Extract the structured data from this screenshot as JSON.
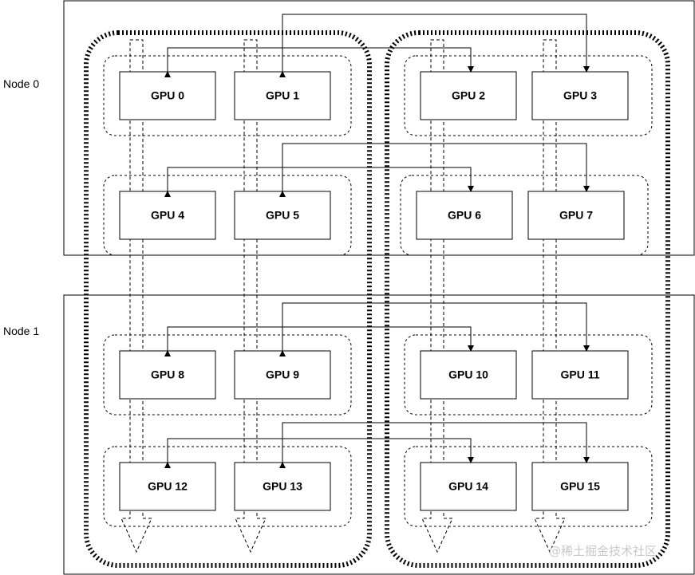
{
  "nodes": [
    {
      "label": "Node 0"
    },
    {
      "label": "Node 1"
    }
  ],
  "gpus": [
    {
      "label": "GPU 0"
    },
    {
      "label": "GPU 1"
    },
    {
      "label": "GPU 2"
    },
    {
      "label": "GPU 3"
    },
    {
      "label": "GPU 4"
    },
    {
      "label": "GPU 5"
    },
    {
      "label": "GPU 6"
    },
    {
      "label": "GPU 7"
    },
    {
      "label": "GPU 8"
    },
    {
      "label": "GPU 9"
    },
    {
      "label": "GPU 10"
    },
    {
      "label": "GPU 11"
    },
    {
      "label": "GPU 12"
    },
    {
      "label": "GPU 13"
    },
    {
      "label": "GPU 14"
    },
    {
      "label": "GPU 15"
    }
  ],
  "watermark": "@稀土掘金技术社区"
}
